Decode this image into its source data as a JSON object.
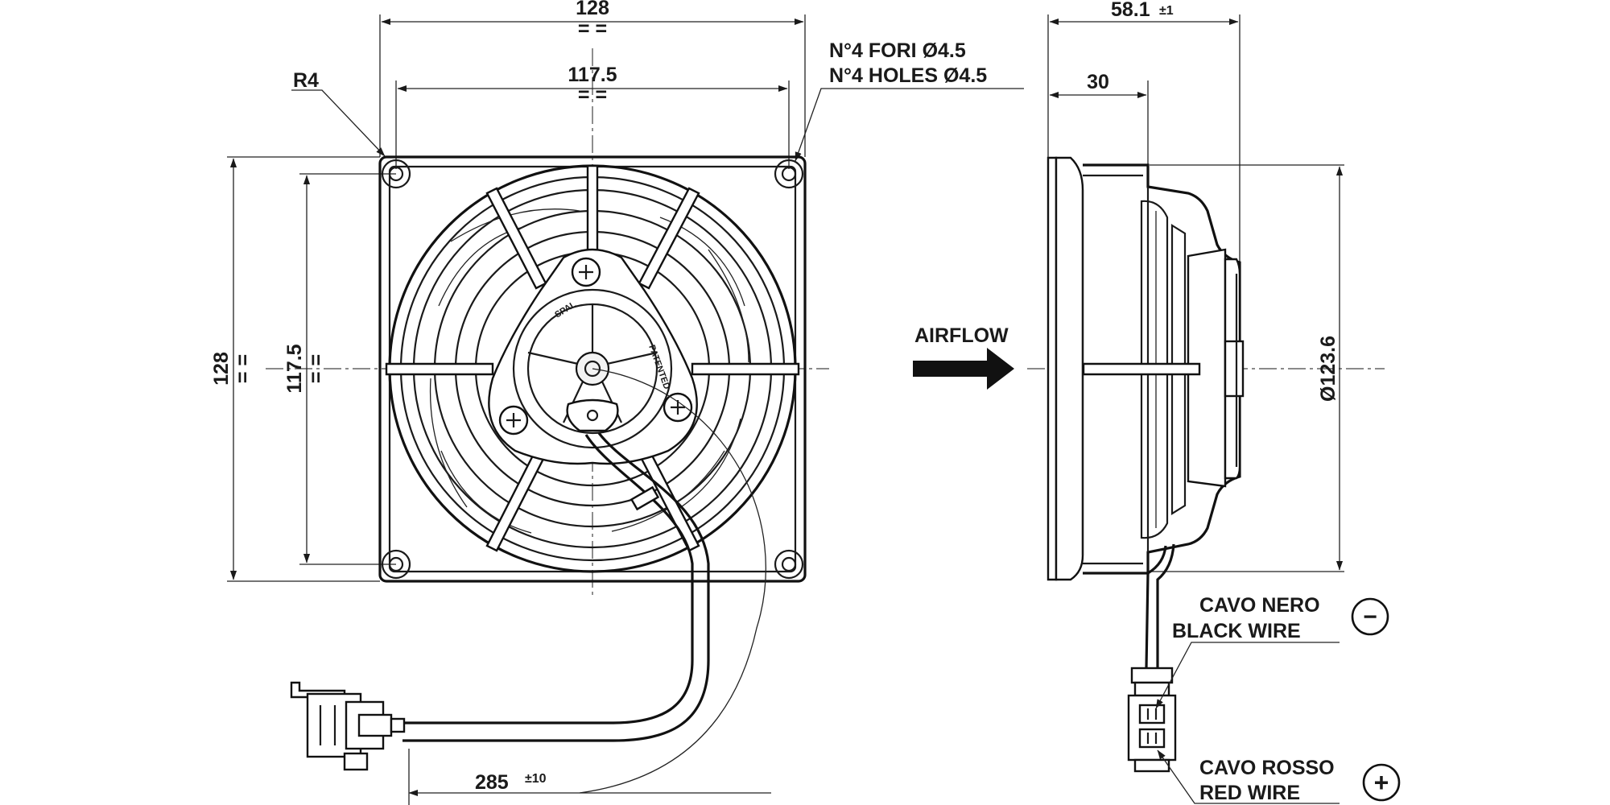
{
  "front_view": {
    "dim_width_outer": "128",
    "dim_width_holes": "117.5",
    "dim_height_outer": "128",
    "dim_height_holes": "117.5",
    "equal_marks": "= =",
    "corner_radius": "R4",
    "holes_it": "N°4 FORI  Ø4.5",
    "holes_en": "N°4 HOLES  Ø4.5",
    "cable_length": "285",
    "cable_tolerance": "±10",
    "motor_brand": "SPAL",
    "motor_patented": "PATENTED"
  },
  "side_view": {
    "dim_depth": "58.1",
    "dim_depth_tolerance": "±1",
    "dim_frame": "30",
    "dim_diameter": "Ø123.6",
    "airflow": "AIRFLOW",
    "black_wire_it": "CAVO NERO",
    "black_wire_en": "BLACK WIRE",
    "red_wire_it": "CAVO ROSSO",
    "red_wire_en": "RED WIRE",
    "minus_symbol": "−",
    "plus_symbol": "+"
  }
}
